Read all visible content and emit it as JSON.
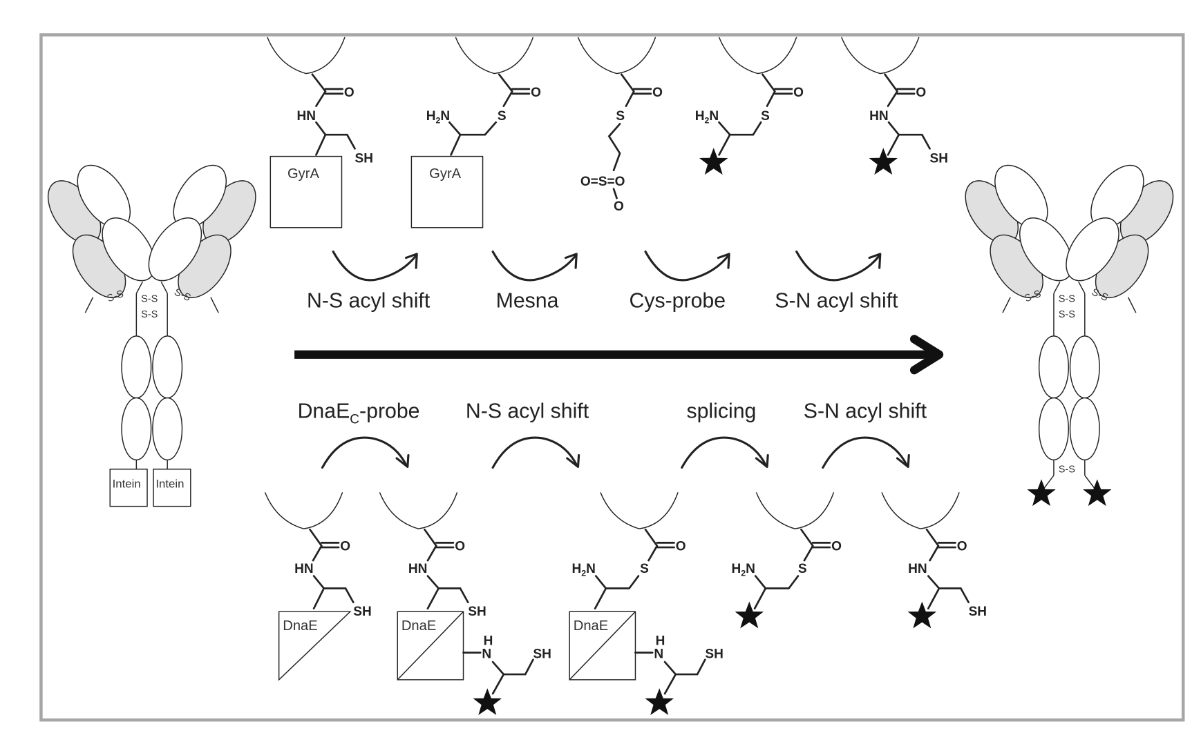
{
  "figure": {
    "title": "Antibody C-terminal labeling via intein chemistry",
    "colors": {
      "frame": "#a6a6a6",
      "ink": "#222222",
      "shaded_domain": "#e0e0e0"
    }
  },
  "top_pathway": {
    "steps": [
      "N-S acyl shift",
      "Mesna",
      "Cys-probe",
      "S-N acyl shift"
    ],
    "intermediates": [
      {
        "linkage": "amide",
        "atoms": [
          "O",
          "HN",
          "SH"
        ],
        "box": "GyrA"
      },
      {
        "linkage": "thioester",
        "atoms": [
          "O",
          "H2N",
          "S"
        ],
        "box": "GyrA"
      },
      {
        "linkage": "mesna-thioester",
        "atoms": [
          "O",
          "S",
          "O=S=O",
          "O-"
        ]
      },
      {
        "linkage": "thioester",
        "atoms": [
          "O",
          "H2N",
          "S"
        ],
        "probe": "star"
      },
      {
        "linkage": "amide",
        "atoms": [
          "O",
          "HN",
          "SH"
        ],
        "probe": "star"
      }
    ]
  },
  "bottom_pathway": {
    "steps": [
      {
        "main": "DnaE",
        "subscript": "C",
        "suffix": "-probe"
      },
      {
        "main": "N-S acyl shift"
      },
      {
        "main": "splicing"
      },
      {
        "main": "S-N acyl shift"
      }
    ],
    "intermediates": [
      {
        "linkage": "amide",
        "atoms": [
          "O",
          "HN",
          "SH"
        ],
        "box": "DnaE"
      },
      {
        "linkage": "amide",
        "atoms": [
          "O",
          "HN",
          "SH",
          "H",
          "N",
          "SH"
        ],
        "box": "DnaE"
      },
      {
        "linkage": "thioester",
        "atoms": [
          "O",
          "H2N",
          "S",
          "H",
          "N",
          "SH"
        ],
        "box": "DnaE"
      },
      {
        "linkage": "thioester",
        "atoms": [
          "O",
          "H2N",
          "S"
        ],
        "probe": "star"
      },
      {
        "linkage": "amide",
        "atoms": [
          "O",
          "HN",
          "SH"
        ],
        "probe": "star"
      }
    ]
  },
  "antibody_left": {
    "disulfide_labels": [
      "S-S",
      "S-S",
      "S-S",
      "S-S"
    ],
    "fusion_labels": [
      "Intein",
      "Intein"
    ]
  },
  "antibody_right": {
    "disulfide_labels": [
      "S-S",
      "S-S",
      "S-S",
      "S-S",
      "S-S"
    ],
    "probe": "star"
  },
  "labels": {
    "O": "O",
    "HN": "HN",
    "H": "H",
    "N": "N",
    "S": "S",
    "SH": "SH",
    "two": "2",
    "sulfonate": "O=S=O",
    "ominus": "O",
    "gyra": "GyrA",
    "dnae": "DnaE",
    "ss": "S-S",
    "intein": "Intein"
  }
}
